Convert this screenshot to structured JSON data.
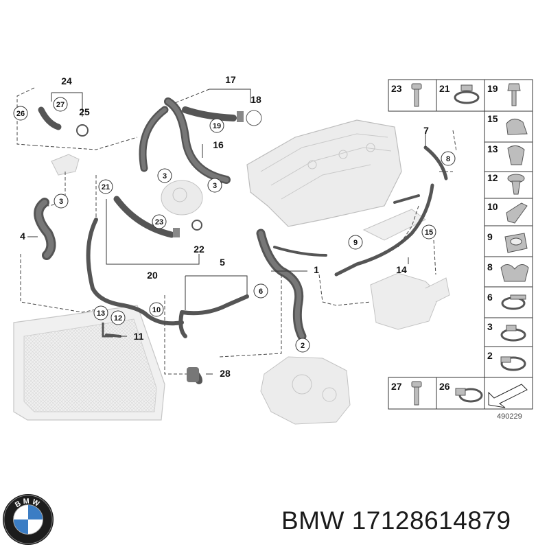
{
  "diagram": {
    "callouts_bold": [
      "24",
      "25",
      "17",
      "18",
      "16",
      "7",
      "4",
      "20",
      "22",
      "5",
      "1",
      "14",
      "11",
      "28"
    ],
    "callouts_circled": [
      "26",
      "27",
      "19",
      "3",
      "21",
      "23",
      "8",
      "9",
      "15",
      "6",
      "10",
      "13",
      "12",
      "2"
    ],
    "drawing_number": "490229",
    "legend": [
      {
        "num": "23",
        "icon": "bolt-icon"
      },
      {
        "num": "21",
        "icon": "hose-clamp-icon"
      },
      {
        "num": "19",
        "icon": "hex-bolt-icon"
      },
      {
        "num": "15",
        "icon": "clip-icon"
      },
      {
        "num": "13",
        "icon": "spring-clip-icon"
      },
      {
        "num": "12",
        "icon": "expanding-rivet-icon"
      },
      {
        "num": "10",
        "icon": "bracket-clip-icon"
      },
      {
        "num": "9",
        "icon": "grommet-icon"
      },
      {
        "num": "8",
        "icon": "hose-holder-icon"
      },
      {
        "num": "6",
        "icon": "hose-clamp-icon"
      },
      {
        "num": "3",
        "icon": "hose-clamp-icon"
      },
      {
        "num": "2",
        "icon": "hose-clamp-icon"
      },
      {
        "num": "27",
        "icon": "screw-icon"
      },
      {
        "num": "26",
        "icon": "hose-clamp-icon"
      },
      {
        "num": "",
        "icon": "arrow-icon"
      }
    ]
  },
  "brand": {
    "logo_icon": "bmw-roundel-icon",
    "logo_letters": "BMW",
    "caption": "BMW 17128614879"
  }
}
